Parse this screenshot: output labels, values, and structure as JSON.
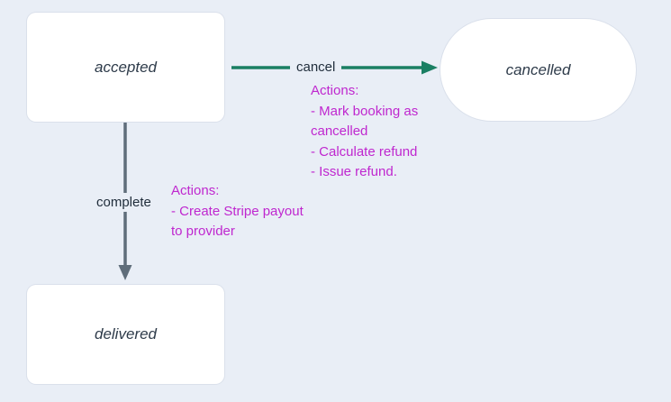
{
  "colors": {
    "page_bg": "#e9eef6",
    "node_bg": "#ffffff",
    "node_text": "#2e3b4a",
    "edge_label_text": "#1f2c3a",
    "cancel_arrow": "#1a7f63",
    "complete_arrow": "#5f6d7a",
    "actions_text": "#bf27cf"
  },
  "nodes": {
    "accepted": {
      "label": "accepted"
    },
    "cancelled": {
      "label": "cancelled"
    },
    "delivered": {
      "label": "delivered"
    }
  },
  "edges": {
    "cancel": {
      "label": "cancel"
    },
    "complete": {
      "label": "complete"
    }
  },
  "annotations": {
    "cancel_actions": {
      "lines": [
        "Actions:",
        "- Mark booking as",
        "cancelled",
        "- Calculate refund",
        "- Issue refund."
      ]
    },
    "complete_actions": {
      "lines": [
        "Actions:",
        "- Create Stripe payout",
        "to provider"
      ]
    }
  }
}
